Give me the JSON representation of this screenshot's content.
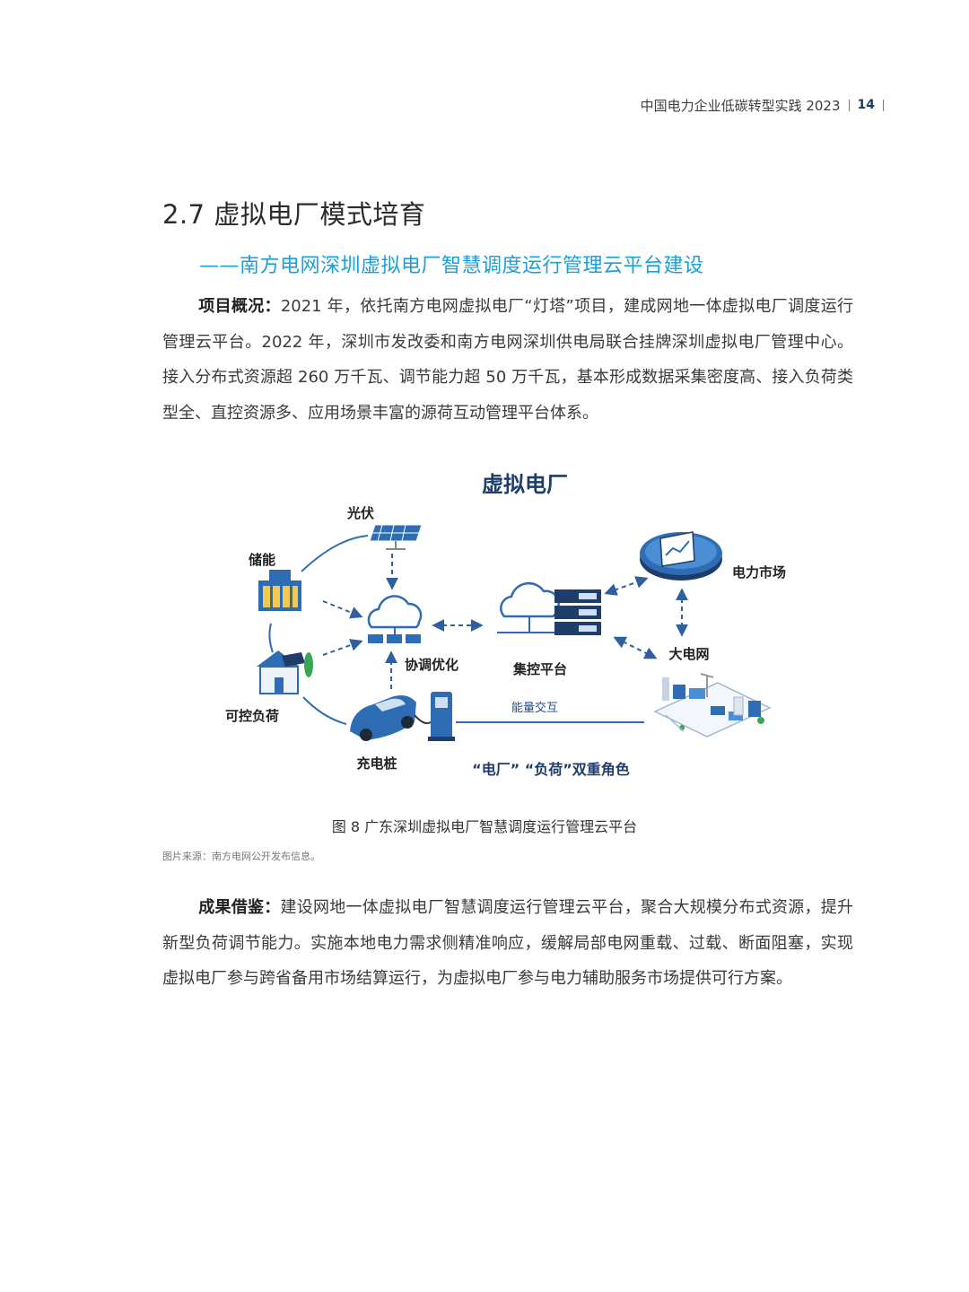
{
  "header": {
    "title": "中国电力企业低碳转型实践 2023",
    "page": "14"
  },
  "section": {
    "heading": "2.7 虚拟电厂模式培育",
    "subtitle": "——南方电网深圳虚拟电厂智慧调度运行管理云平台建设"
  },
  "overview": {
    "lead": "项目概况：",
    "text": "2021 年，依托南方电网虚拟电厂“灯塔”项目，建成网地一体虚拟电厂调度运行管理云平台。2022 年，深圳市发改委和南方电网深圳供电局联合挂牌深圳虚拟电厂管理中心。接入分布式资源超 260 万千瓦、调节能力超 50 万千瓦，基本形成数据采集密度高、接入负荷类型全、直控资源多、应用场景丰富的源荷互动管理平台体系。"
  },
  "figure": {
    "title": "虚拟电厂",
    "labels": {
      "pv": "光伏",
      "storage": "储能",
      "load": "可控负荷",
      "coord": "协调优化",
      "platform": "集控平台",
      "market": "电力市场",
      "grid": "大电网",
      "charger": "充电桩",
      "exchange": "能量交互",
      "roles": "“电厂” “负荷”双重角色"
    },
    "caption": "图 8  广东深圳虚拟电厂智慧调度运行管理云平台",
    "source": "图片来源：南方电网公开发布信息。",
    "colors": {
      "navy": "#1f3d6b",
      "blue": "#2e6db4",
      "light": "#4a8fd6",
      "sky": "#7fb2e5"
    }
  },
  "results": {
    "lead": "成果借鉴：",
    "text": "建设网地一体虚拟电厂智慧调度运行管理云平台，聚合大规模分布式资源，提升新型负荷调节能力。实施本地电力需求侧精准响应，缓解局部电网重载、过载、断面阻塞，实现虚拟电厂参与跨省备用市场结算运行，为虚拟电厂参与电力辅助服务市场提供可行方案。"
  }
}
